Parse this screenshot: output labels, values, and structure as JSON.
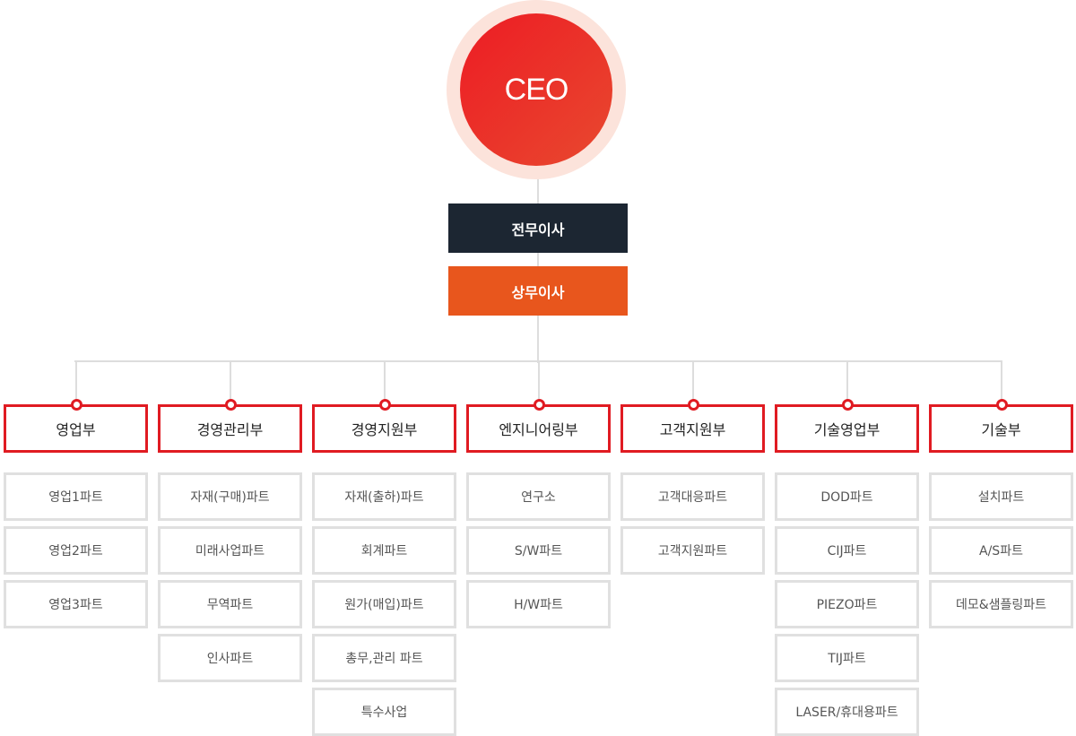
{
  "ceo": {
    "label": "CEO"
  },
  "executives": [
    {
      "label": "전무이사"
    },
    {
      "label": "상무이사"
    }
  ],
  "departments": [
    {
      "label": "영업부",
      "parts": [
        "영업1파트",
        "영업2파트",
        "영업3파트"
      ]
    },
    {
      "label": "경영관리부",
      "parts": [
        "자재(구매)파트",
        "미래사업파트",
        "무역파트",
        "인사파트"
      ]
    },
    {
      "label": "경영지원부",
      "parts": [
        "자재(출하)파트",
        "회계파트",
        "원가(매입)파트",
        "총무,관리 파트",
        "특수사업"
      ]
    },
    {
      "label": "엔지니어링부",
      "parts": [
        "연구소",
        "S/W파트",
        "H/W파트"
      ]
    },
    {
      "label": "고객지원부",
      "parts": [
        "고객대응파트",
        "고객지원파트"
      ]
    },
    {
      "label": "기술영업부",
      "parts": [
        "DOD파트",
        "CIJ파트",
        "PIEZO파트",
        "TIJ파트",
        "LASER/휴대용파트"
      ]
    },
    {
      "label": "기술부",
      "parts": [
        "설치파트",
        "A/S파트",
        "데모&샘플링파트"
      ]
    }
  ],
  "colors": {
    "ceo_gradient_start": "#ed1c24",
    "ceo_gradient_end": "#e8492f",
    "ceo_halo": "#fce3db",
    "executive_dark": "#1c2632",
    "executive_orange": "#e8561d",
    "department_border": "#e01b22",
    "part_border": "#e0e0e0",
    "connector": "#dddddd"
  }
}
